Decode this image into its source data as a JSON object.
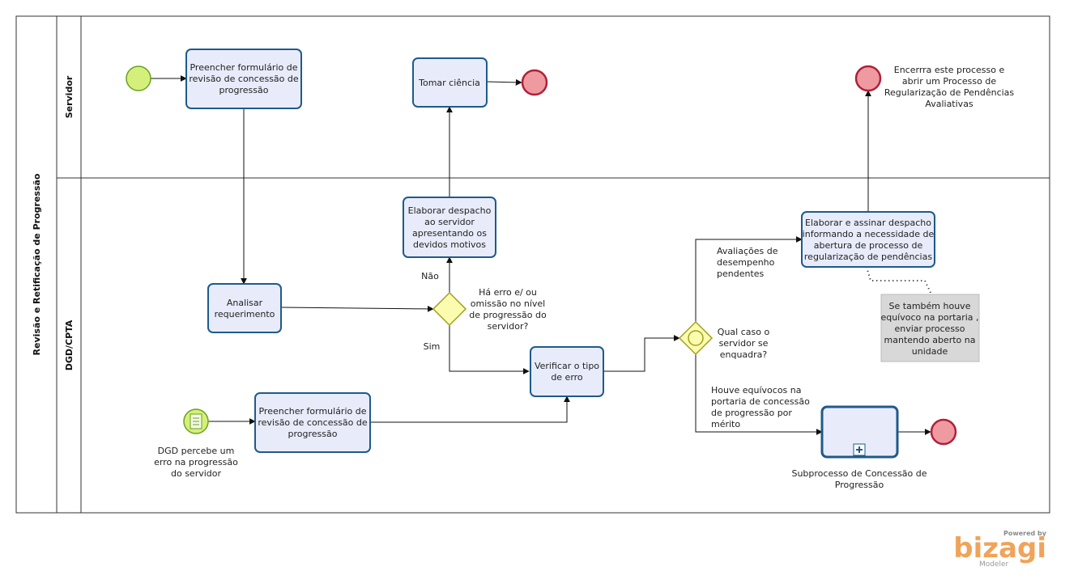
{
  "pool": {
    "title": "Revisão e Retificação de Progressão"
  },
  "lanes": {
    "servidor": "Servidor",
    "dgd": "DGD/CPTA"
  },
  "tasks": {
    "preencher_servidor": [
      "Preencher formulário de",
      "revisão de concessão de",
      "progressão"
    ],
    "tomar_ciencia": [
      "Tomar ciência"
    ],
    "elaborar_despacho": [
      "Elaborar despacho",
      "ao servidor",
      "apresentando os",
      "devidos motivos"
    ],
    "analisar": [
      "Analisar",
      "requerimento"
    ],
    "verificar": [
      "Verificar o tipo",
      "de erro"
    ],
    "preencher_dgd": [
      "Preencher formulário de",
      "revisão de concessão de",
      "progressão"
    ],
    "elaborar_assinar": [
      "Elaborar e assinar despacho",
      "informando a necessidade de",
      "abertura de processo de",
      "regularização de pendências"
    ]
  },
  "gateways": {
    "ha_erro": [
      "Há erro e/ ou",
      "omissão no nível",
      "de progressão do",
      "servidor?"
    ],
    "qual_caso": [
      "Qual caso o",
      "servidor se",
      "enquadra?"
    ]
  },
  "flow_labels": {
    "nao": "Não",
    "sim": "Sim",
    "avaliacoes": [
      "Avaliações de",
      "desempenho",
      "pendentes"
    ],
    "houve": [
      "Houve equívocos na",
      "portaria de concessão",
      "de progressão por",
      "mérito"
    ]
  },
  "events": {
    "start_message": [
      "DGD  percebe um",
      "erro na progressão",
      "do servidor"
    ],
    "end_encerra": [
      "Encerrra este processo e",
      "abrir um Processo de",
      "Regularização de Pendências",
      "Avaliativas"
    ]
  },
  "subprocess": {
    "label": [
      "Subprocesso de Concessão de",
      "Progressão"
    ]
  },
  "annotation": {
    "text": [
      "Se também houve",
      "equívoco na portaria ,",
      "enviar processo",
      "mantendo aberto na",
      "unidade"
    ]
  },
  "branding": {
    "powered": "Powered by",
    "name": "bizagi",
    "product": "Modeler"
  },
  "colors": {
    "task_fill": "#e8ecfa",
    "task_stroke": "#1f5a8a",
    "start_fill": "#d4f07a",
    "start_stroke": "#6aa020",
    "end_fill": "#ee9aa0",
    "end_stroke": "#b0203a",
    "gateway_fill": "#fcfcb0",
    "gateway_stroke": "#a0a020",
    "annotation_fill": "#d8d8d8"
  }
}
